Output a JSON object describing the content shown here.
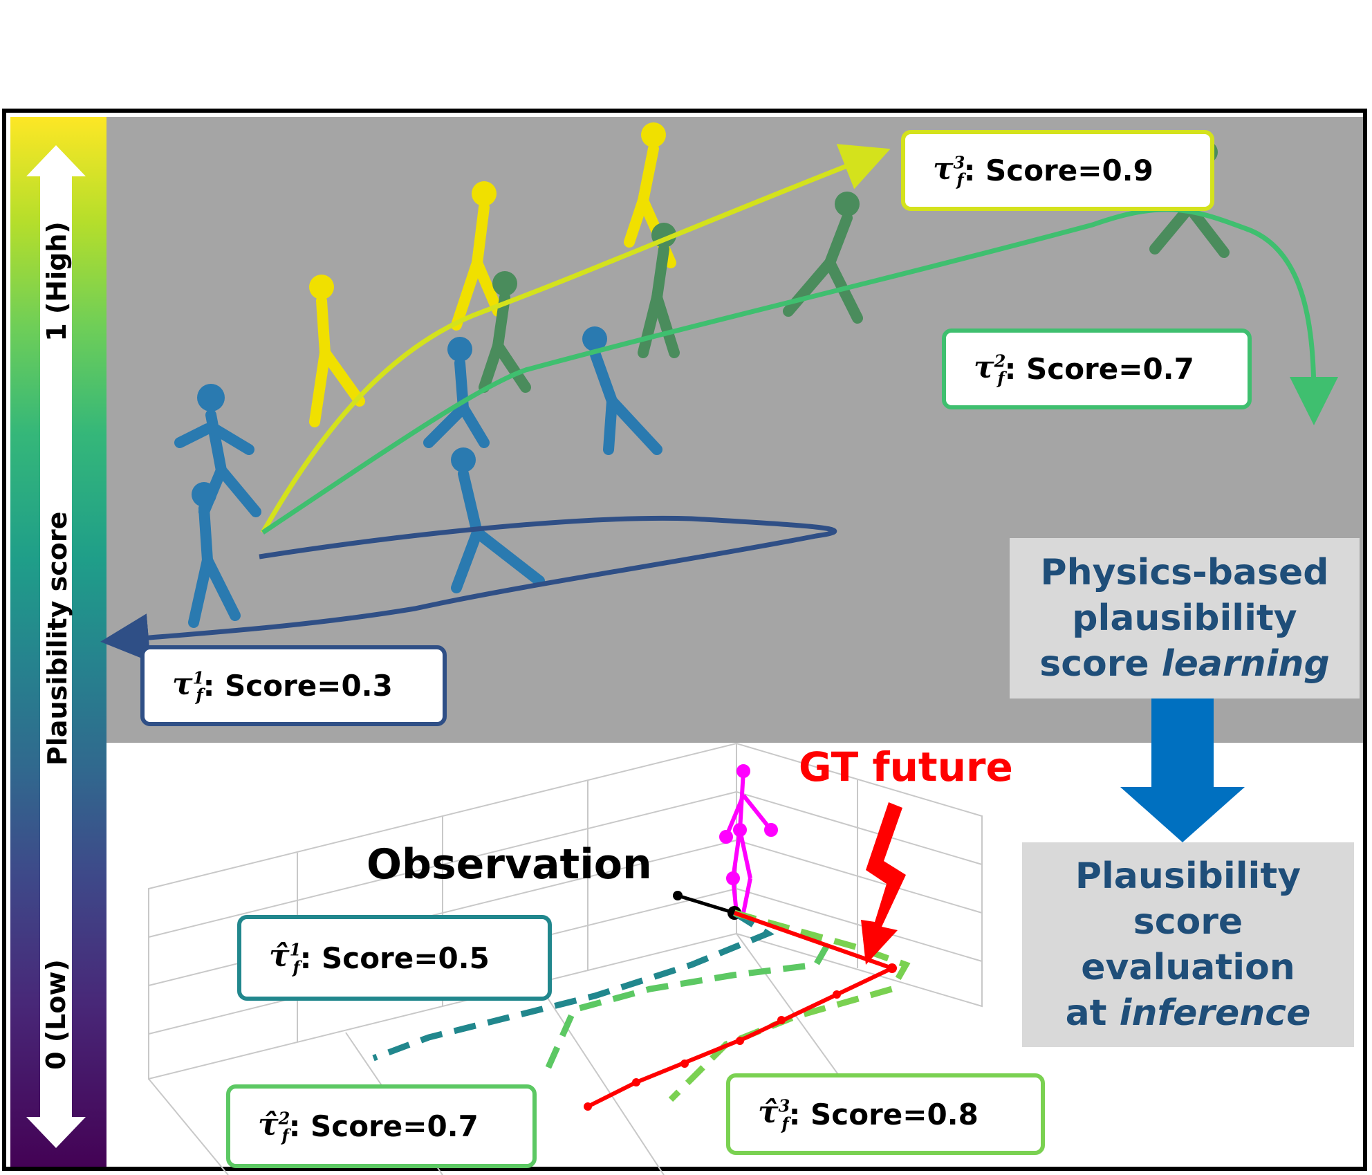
{
  "colorbar": {
    "high_label": "1 (High)",
    "mid_label": "Plausibility score",
    "low_label": "0 (Low)"
  },
  "top_scores": [
    {
      "symbol": "τ",
      "sup": "3",
      "sub": "f",
      "text": ": Score=0.9",
      "color": "#d4e21c"
    },
    {
      "symbol": "τ",
      "sup": "2",
      "sub": "f",
      "text": ": Score=0.7",
      "color": "#3fbf6f"
    },
    {
      "symbol": "τ",
      "sup": "1",
      "sub": "f",
      "text": ": Score=0.3",
      "color": "#2f4f86"
    }
  ],
  "bottom_scores": [
    {
      "symbol": "τ̂",
      "sup": "1",
      "sub": "f",
      "text": ": Score=0.5",
      "color": "#21878d"
    },
    {
      "symbol": "τ̂",
      "sup": "2",
      "sub": "f",
      "text": " : Score=0.7",
      "color": "#5cc863"
    },
    {
      "symbol": "τ̂",
      "sup": "3",
      "sub": "f",
      "text": " : Score=0.8",
      "color": "#7ad151"
    }
  ],
  "learning_box": {
    "line1": "Physics-based",
    "line2": "plausibility",
    "line3_plain": "score ",
    "line3_italic": "learning"
  },
  "inference_box": {
    "line1": "Plausibility",
    "line2": "score",
    "line3": "evaluation",
    "line4_plain": "at ",
    "line4_italic": "inference"
  },
  "observation_label": "Observation",
  "gt_label": "GT future",
  "colors": {
    "top_bg": "#a5a5a5",
    "blue_arrow": "#0070c0",
    "gt_red": "#ff0000",
    "obs_magenta": "#ff00ff",
    "box_text": "#1f4e79"
  }
}
